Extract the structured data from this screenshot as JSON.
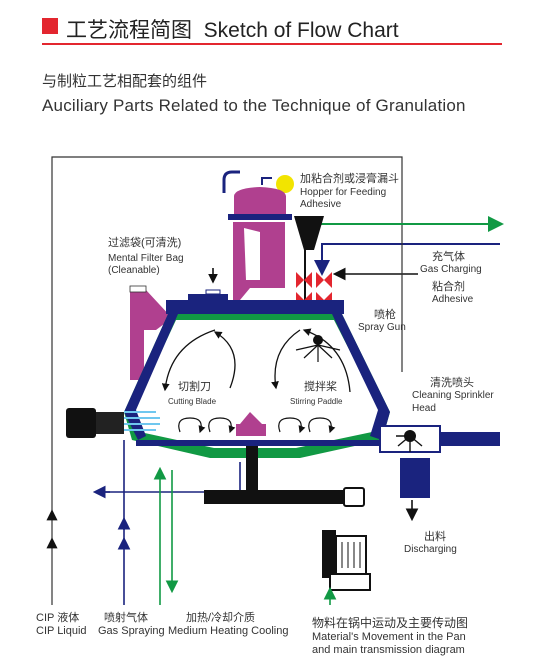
{
  "header": {
    "title_cn": "工艺流程简图",
    "title_en": "Sketch of Flow Chart"
  },
  "subtitle": {
    "cn": "与制粒工艺相配套的组件",
    "en": "Auciliary Parts Related to the Technique of Granulation"
  },
  "labels": {
    "hopper_cn": "加粘合剂或浸膏漏斗",
    "hopper_en_1": "Hopper for Feeding",
    "hopper_en_2": "Adhesive",
    "filter_cn": "过滤袋(可清洗)",
    "filter_en_1": "Mental Filter Bag",
    "filter_en_2": "(Cleanable)",
    "gas_cn": "充气体",
    "gas_en": "Gas Charging",
    "adhesive_cn": "粘合剂",
    "adhesive_en": "Adhesive",
    "spray_cn": "喷枪",
    "spray_en": "Spray Gun",
    "cutting_cn": "切割刀",
    "cutting_en": "Cutting Blade",
    "stirring_cn": "搅拌桨",
    "stirring_en": "Stirring Paddle",
    "cleaning_cn": "清洗喷头",
    "cleaning_en_1": "Cleaning Sprinkler",
    "cleaning_en_2": "Head",
    "discharge_cn": "出料",
    "discharge_en": "Discharging"
  },
  "bottom": {
    "cip_cn": "CIP  液体",
    "cip_en": "CIP Liquid",
    "gas_spray_cn": "喷射气体",
    "gas_spray_en": "Gas Spraying",
    "heating_cn": "加热/冷却介质",
    "heating_en": "Medium Heating Cooling",
    "movement_cn": "物料在锅中运动及主要传动图",
    "movement_en_1": "Material's Movement in the Pan",
    "movement_en_2": "and main transmission diagram"
  },
  "colors": {
    "accent_red": "#e3262f",
    "pipe_green": "#119944",
    "pipe_blue": "#1a237e",
    "vessel_magenta": "#b0408f",
    "hopper_yellow": "#f2e400"
  }
}
